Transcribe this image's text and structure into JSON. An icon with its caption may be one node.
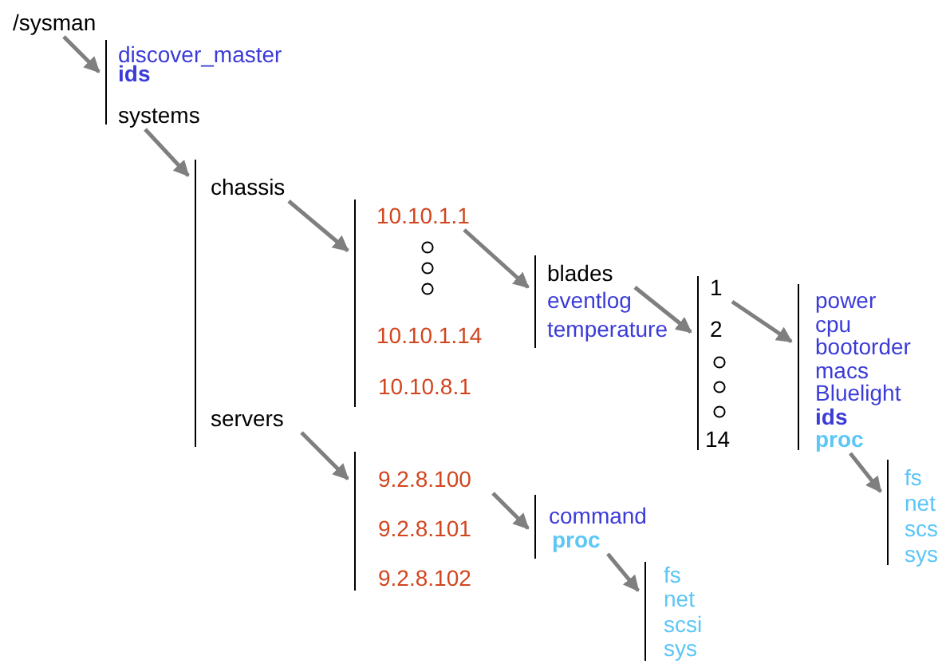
{
  "diagram": {
    "nodes": [
      {
        "text": [
          "/sysman"
        ]
      },
      {
        "text": [],
        "shape": "bracket"
      },
      {
        "text": [
          "discover_master"
        ],
        "in": 1
      },
      {
        "text": [
          "ids"
        ],
        "in": 1
      },
      {
        "text": [
          "systems"
        ],
        "in": 1
      },
      {
        "text": [],
        "shape": "bracket"
      },
      {
        "text": [
          "chassis"
        ],
        "in": 5
      },
      {
        "text": [
          "servers"
        ],
        "in": 5
      },
      {
        "text": [],
        "shape": "bracket"
      },
      {
        "text": [
          "10.10.1.1"
        ],
        "in": 8
      },
      {
        "text": [
          "10.10.1.14"
        ],
        "in": 8
      },
      {
        "text": [
          "10.10.8.1"
        ],
        "in": 8
      },
      {
        "text": [],
        "shape": "bracket"
      },
      {
        "text": [
          "9.2.8.100"
        ],
        "in": 12
      },
      {
        "text": [
          "9.2.8.101"
        ],
        "in": 12
      },
      {
        "text": [
          "9.2.8.102"
        ],
        "in": 12
      },
      {
        "text": [],
        "shape": "bracket"
      },
      {
        "text": [
          "blades"
        ],
        "in": 16
      },
      {
        "text": [
          "eventlog"
        ],
        "in": 16
      },
      {
        "text": [
          "temperature"
        ],
        "in": 16
      },
      {
        "text": [],
        "shape": "bracket"
      },
      {
        "text": [
          "1"
        ],
        "in": 20
      },
      {
        "text": [
          "2"
        ],
        "in": 20
      },
      {
        "text": [
          "14"
        ],
        "in": 20
      },
      {
        "text": [],
        "shape": "bracket"
      },
      {
        "text": [
          "power"
        ],
        "in": 24
      },
      {
        "text": [
          "cpu"
        ],
        "in": 24
      },
      {
        "text": [
          "bootorder"
        ],
        "in": 24
      },
      {
        "text": [
          "macs"
        ],
        "in": 24
      },
      {
        "text": [
          "Bluelight"
        ],
        "in": 24
      },
      {
        "text": [
          "ids"
        ],
        "in": 24
      },
      {
        "text": [
          "proc"
        ],
        "in": 24
      },
      {
        "text": [],
        "shape": "bracket"
      },
      {
        "text": [
          "fs"
        ],
        "in": 32
      },
      {
        "text": [
          "net"
        ],
        "in": 32
      },
      {
        "text": [
          "scs"
        ],
        "in": 32
      },
      {
        "text": [
          "sys"
        ],
        "in": 32
      },
      {
        "text": [],
        "shape": "bracket"
      },
      {
        "text": [
          "command"
        ],
        "in": 37
      },
      {
        "text": [
          "proc"
        ],
        "in": 37
      },
      {
        "text": [],
        "shape": "bracket"
      },
      {
        "text": [
          "fs"
        ],
        "in": 40
      },
      {
        "text": [
          "net"
        ],
        "in": 40
      },
      {
        "text": [
          "scsi"
        ],
        "in": 40
      },
      {
        "text": [
          "sys"
        ],
        "in": 40
      }
    ],
    "edges": [
      {
        "from": 0,
        "to": 1,
        "arrow": "to"
      },
      {
        "from": 4,
        "to": 5,
        "arrow": "to"
      },
      {
        "from": 6,
        "to": 8,
        "arrow": "to"
      },
      {
        "from": 7,
        "to": 12,
        "arrow": "to"
      },
      {
        "from": 9,
        "to": 16,
        "arrow": "to"
      },
      {
        "from": 17,
        "to": 20,
        "arrow": "to"
      },
      {
        "from": 21,
        "to": 24,
        "arrow": "to"
      },
      {
        "from": 31,
        "to": 32,
        "arrow": "to"
      },
      {
        "from": 13,
        "to": 37,
        "arrow": "to"
      },
      {
        "from": 39,
        "to": 40,
        "arrow": "to"
      }
    ]
  }
}
